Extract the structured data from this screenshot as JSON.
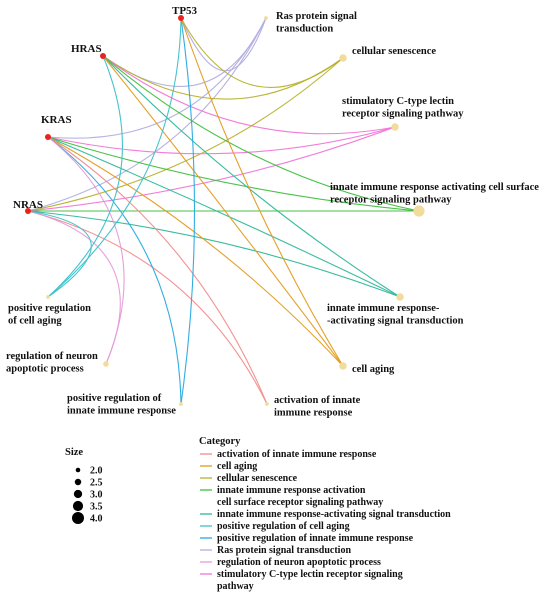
{
  "genes": [
    {
      "id": "TP53",
      "label": "TP53"
    },
    {
      "id": "HRAS",
      "label": "HRAS"
    },
    {
      "id": "KRAS",
      "label": "KRAS"
    },
    {
      "id": "NRAS",
      "label": "NRAS"
    }
  ],
  "colors": {
    "gene_node": "#e8231f",
    "term_node": "#f2dc9d"
  },
  "terms": [
    {
      "id": "ras",
      "lines": [
        "Ras protein signal",
        "transduction"
      ],
      "color": "#b3aee0",
      "size": 2.0
    },
    {
      "id": "senescence",
      "lines": [
        "cellular senescence"
      ],
      "color": "#b7b22e",
      "size": 3.0
    },
    {
      "id": "ctype",
      "lines": [
        "stimulatory C-type lectin",
        "receptor signaling pathway"
      ],
      "color": "#f176d6",
      "size": 3.0
    },
    {
      "id": "innate_surface",
      "lines": [
        "innate immune response activating cell surface",
        "receptor signaling pathway"
      ],
      "color": "#3fbf3f",
      "size": 4.0
    },
    {
      "id": "innate_activating",
      "lines": [
        "innate immune response-",
        "-activating signal transduction"
      ],
      "color": "#2fb89a",
      "size": 3.0
    },
    {
      "id": "cell_aging",
      "lines": [
        "cell aging"
      ],
      "color": "#e39b1d",
      "size": 3.0
    },
    {
      "id": "act_innate",
      "lines": [
        "activation of innate",
        "immune response"
      ],
      "color": "#f28c8c",
      "size": 2.0
    },
    {
      "id": "pos_innate",
      "lines": [
        "positive regulation of",
        "innate immune response"
      ],
      "color": "#26a9e0",
      "size": 2.0
    },
    {
      "id": "neuron",
      "lines": [
        "regulation of neuron",
        "apoptotic process"
      ],
      "color": "#e59ad9",
      "size": 2.5
    },
    {
      "id": "pos_aging",
      "lines": [
        "positive regulation",
        "of cell aging"
      ],
      "color": "#3ec1c9",
      "size": 2.0
    }
  ],
  "edges": [
    [
      "TP53",
      "ras"
    ],
    [
      "HRAS",
      "ras"
    ],
    [
      "KRAS",
      "ras"
    ],
    [
      "NRAS",
      "ras"
    ],
    [
      "TP53",
      "senescence"
    ],
    [
      "HRAS",
      "senescence"
    ],
    [
      "NRAS",
      "senescence"
    ],
    [
      "HRAS",
      "ctype"
    ],
    [
      "KRAS",
      "ctype"
    ],
    [
      "NRAS",
      "ctype"
    ],
    [
      "HRAS",
      "innate_surface"
    ],
    [
      "KRAS",
      "innate_surface"
    ],
    [
      "NRAS",
      "innate_surface"
    ],
    [
      "HRAS",
      "innate_activating"
    ],
    [
      "KRAS",
      "innate_activating"
    ],
    [
      "NRAS",
      "innate_activating"
    ],
    [
      "TP53",
      "cell_aging"
    ],
    [
      "HRAS",
      "cell_aging"
    ],
    [
      "KRAS",
      "cell_aging"
    ],
    [
      "KRAS",
      "act_innate"
    ],
    [
      "NRAS",
      "act_innate"
    ],
    [
      "TP53",
      "pos_innate"
    ],
    [
      "KRAS",
      "pos_innate"
    ],
    [
      "KRAS",
      "neuron"
    ],
    [
      "NRAS",
      "neuron"
    ],
    [
      "TP53",
      "pos_aging"
    ],
    [
      "HRAS",
      "pos_aging"
    ],
    [
      "NRAS",
      "pos_aging"
    ]
  ],
  "legend_size": {
    "title": "Size",
    "items": [
      {
        "label": "2.0",
        "value": 2.0
      },
      {
        "label": "2.5",
        "value": 2.5
      },
      {
        "label": "3.0",
        "value": 3.0
      },
      {
        "label": "3.5",
        "value": 3.5
      },
      {
        "label": "4.0",
        "value": 4.0
      }
    ]
  },
  "legend_category": {
    "title": "Category",
    "items": [
      {
        "lines": [
          "activation of innate immune response"
        ],
        "color": "#f28c8c"
      },
      {
        "lines": [
          "cell aging"
        ],
        "color": "#e39b1d"
      },
      {
        "lines": [
          "cellular senescence"
        ],
        "color": "#b7b22e"
      },
      {
        "lines": [
          "innate immune response activation",
          "cell surface receptor signaling pathway"
        ],
        "color": "#3fbf3f"
      },
      {
        "lines": [
          "innate immune response-activating signal transduction"
        ],
        "color": "#2fb89a"
      },
      {
        "lines": [
          "positive regulation of cell aging"
        ],
        "color": "#3ec1c9"
      },
      {
        "lines": [
          "positive regulation of innate immune response"
        ],
        "color": "#26a9e0"
      },
      {
        "lines": [
          "Ras protein signal transduction"
        ],
        "color": "#b3aee0"
      },
      {
        "lines": [
          "regulation of neuron apoptotic process"
        ],
        "color": "#e59ad9"
      },
      {
        "lines": [
          "stimulatory C-type lectin receptor signaling",
          "pathway"
        ],
        "color": "#f176d6"
      }
    ]
  }
}
